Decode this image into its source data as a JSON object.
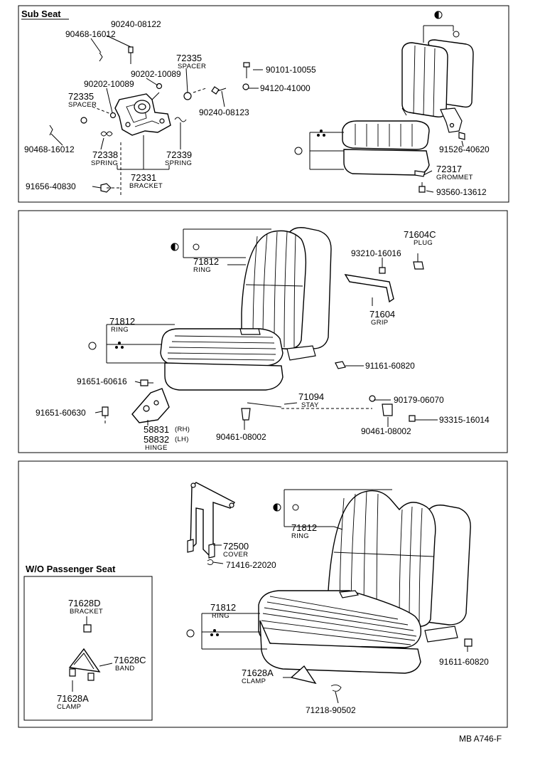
{
  "sections": {
    "sub_seat": {
      "title": "Sub Seat"
    },
    "wo_passenger": {
      "title": "W/O Passenger Seat"
    }
  },
  "parts": {
    "p90240_08122": "90240-08122",
    "p90468_16012a": "90468-16012",
    "p72335a": "72335",
    "p72335a_desc": "SPACER",
    "p90202_10089a": "90202-10089",
    "p90202_10089b": "90202-10089",
    "p72335b": "72335",
    "p72335b_desc": "SPACER",
    "p90101_10055": "90101-10055",
    "p94120_41000": "94120-41000",
    "p90240_08123": "90240-08123",
    "p90468_16012b": "90468-16012",
    "p72338": "72338",
    "p72338_desc": "SPRING",
    "p72339": "72339",
    "p72339_desc": "SPRING",
    "p72331": "72331",
    "p72331_desc": "BRACKET",
    "p91656_40830": "91656-40830",
    "p91526_40620": "91526-40620",
    "p72317": "72317",
    "p72317_desc": "GROMMET",
    "p93560_13612": "93560-13612",
    "p71604c": "71604C",
    "p71604c_desc": "PLUG",
    "p93210_16016": "93210-16016",
    "p71812a": "71812",
    "p71812a_desc": "RING",
    "p71604": "71604",
    "p71604_desc": "GRIP",
    "p71812b": "71812",
    "p71812b_desc": "RING",
    "p91161_60820": "91161-60820",
    "p91651_60616": "91651-60616",
    "p71094": "71094",
    "p71094_desc": "STAY",
    "p90179_06070": "90179-06070",
    "p91651_60630": "91651-60630",
    "p93315_16014": "93315-16014",
    "p58831": "58831",
    "p58831_suffix": "(RH)",
    "p58832": "58832",
    "p58832_suffix": "(LH)",
    "p5883x_desc": "HINGE",
    "p90461_08002a": "90461-08002",
    "p90461_08002b": "90461-08002",
    "p71812c": "71812",
    "p71812c_desc": "RING",
    "p72500": "72500",
    "p72500_desc": "COVER",
    "p71416_22020": "71416-22020",
    "p71812d": "71812",
    "p71812d_desc": "RING",
    "p91611_60820": "91611-60820",
    "p71628a_main": "71628A",
    "p71628a_main_desc": "CLAMP",
    "p71218_90502": "71218-90502",
    "p71628d": "71628D",
    "p71628d_desc": "BRACKET",
    "p71628c": "71628C",
    "p71628c_desc": "BAND",
    "p71628a_box": "71628A",
    "p71628a_box_desc": "CLAMP"
  },
  "footer": {
    "code": "MB A746-F"
  }
}
